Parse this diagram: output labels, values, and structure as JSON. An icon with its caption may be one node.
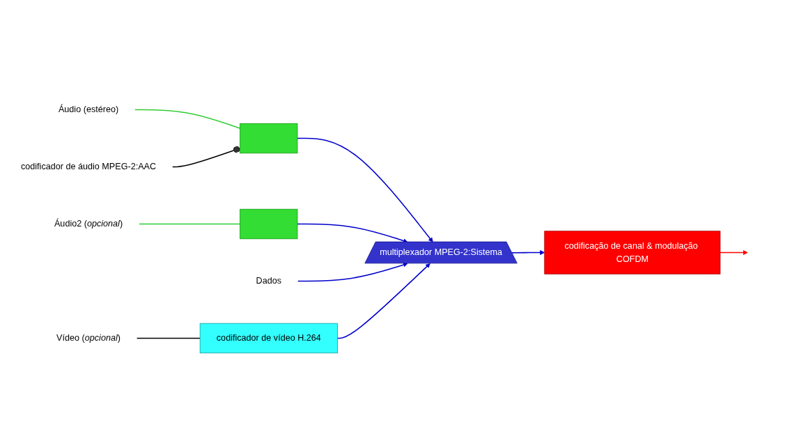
{
  "diagram": {
    "nodes": [
      {
        "text": [
          "Áudio (estéreo)"
        ]
      },
      {
        "text": [
          "Áudio2 (*opcional*)"
        ]
      },
      {
        "text": [
          "Dados"
        ]
      },
      {
        "text": [
          "Vídeo (*opcional*)"
        ]
      },
      {
        "text": [
          "codificador de áudio MPEG-2:AAC"
        ]
      },
      {
        "text": [],
        "shape": "box"
      },
      {
        "text": [],
        "shape": "box"
      },
      {
        "text": [
          "codificador de vídeo H.264"
        ]
      },
      {
        "text": [
          "multiplexador MPEG-2:Sistema"
        ]
      },
      {
        "text": [
          "codificação de canal & modulação COFDM"
        ]
      }
    ],
    "edges": [
      {
        "from": 0,
        "to": 5,
        "arrow": "none",
        "color": "#33cc33"
      },
      {
        "from": 4,
        "to": 5,
        "arrow": "other",
        "color": "#000000"
      },
      {
        "from": 5,
        "to": 8,
        "arrow": "to"
      },
      {
        "from": 1,
        "to": 6,
        "arrow": "none",
        "color": "#33cc33"
      },
      {
        "from": 6,
        "to": 8,
        "arrow": "to"
      },
      {
        "from": 2,
        "to": 8,
        "arrow": "to"
      },
      {
        "from": 3,
        "to": 7,
        "arrow": "none",
        "color": "#000000"
      },
      {
        "from": 7,
        "to": 8,
        "arrow": "to"
      },
      {
        "from": 8,
        "to": 9,
        "arrow": "to"
      },
      {
        "from": 9,
        "to": null,
        "arrow": "to",
        "color": "#ff0000"
      }
    ]
  }
}
